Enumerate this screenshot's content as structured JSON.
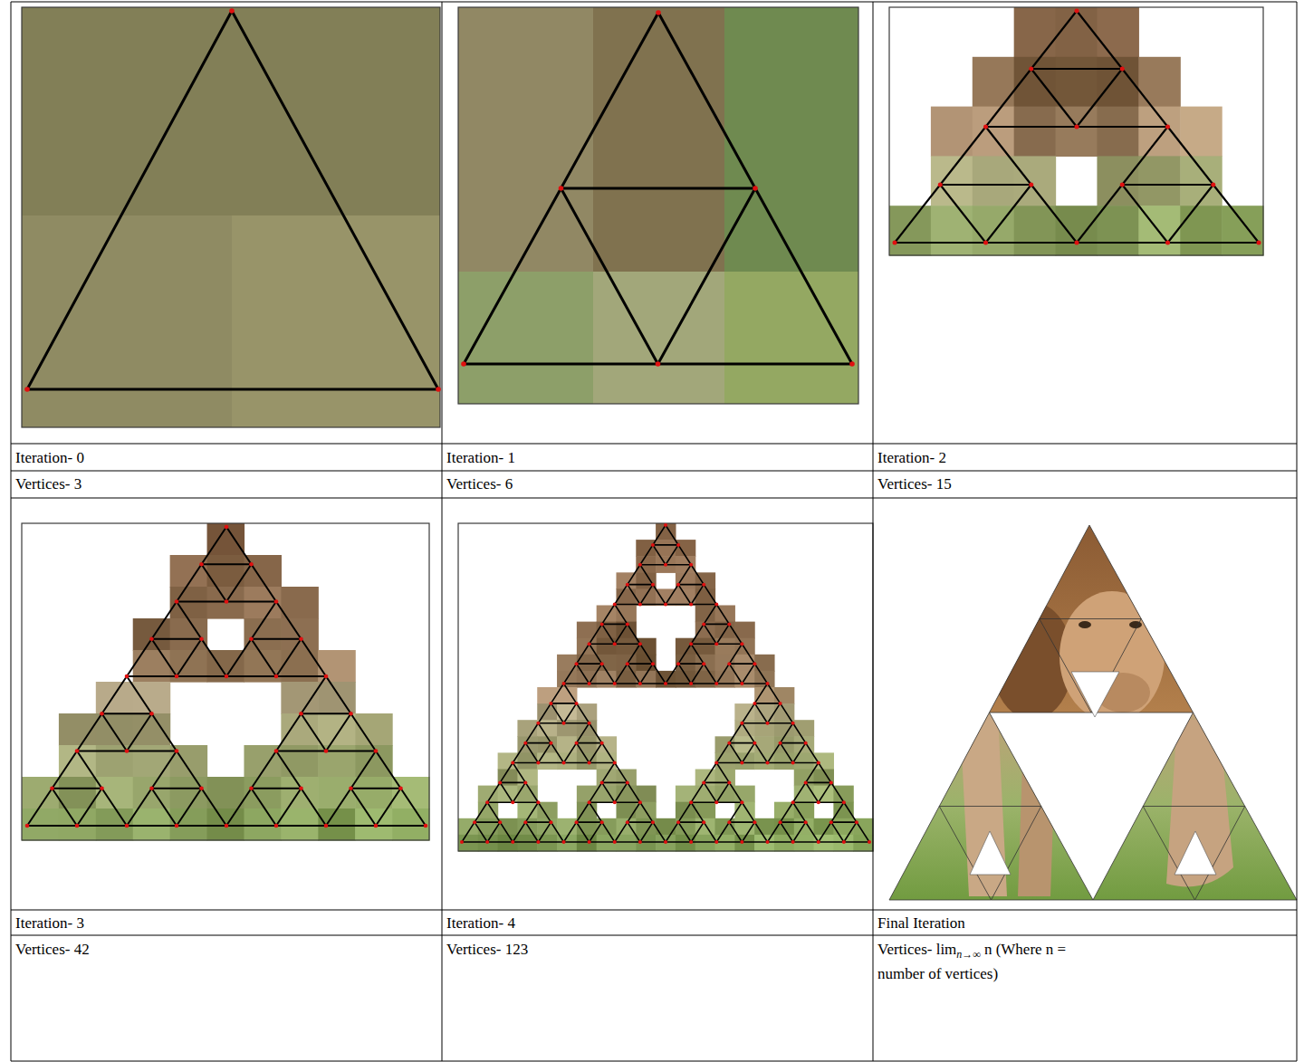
{
  "diagram": {
    "labels": [
      "Iteration- 0",
      "Vertices- 3",
      "Iteration- 1",
      "Vertices- 6",
      "Iteration- 2",
      "Vertices- 15",
      "Iteration- 3",
      "Vertices- 42",
      "Iteration- 4",
      "Vertices- 123",
      "Final Iteration",
      "Vertices- lim",
      "n→∞",
      "n (Where n = number of vertices)"
    ]
  }
}
